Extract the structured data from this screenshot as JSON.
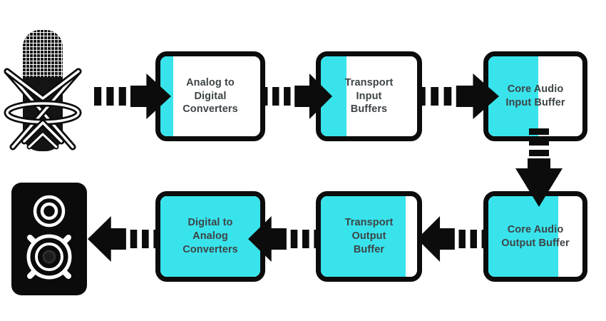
{
  "diagram": {
    "accent_color": "#39e3ec",
    "outline_color": "#0c0c0c",
    "devices": {
      "input": {
        "icon": "microphone-icon"
      },
      "output": {
        "icon": "speaker-icon"
      }
    },
    "boxes": [
      {
        "id": "adc",
        "label": "Analog to\nDigital\nConverters",
        "fill_percent": "13%"
      },
      {
        "id": "transport-in",
        "label": "Transport\nInput\nBuffers",
        "fill_percent": "27%"
      },
      {
        "id": "core-audio-in",
        "label": "Core Audio\nInput Buffer",
        "fill_percent": "53%"
      },
      {
        "id": "core-audio-out",
        "label": "Core Audio\nOutput Buffer",
        "fill_percent": "74%"
      },
      {
        "id": "transport-out",
        "label": "Transport\nOutput\nBuffer",
        "fill_percent": "88%"
      },
      {
        "id": "dac",
        "label": "Digital to\nAnalog\nConverters",
        "fill_percent": "100%"
      }
    ],
    "arrows": [
      {
        "from": "microphone",
        "to": "adc",
        "direction": "right"
      },
      {
        "from": "adc",
        "to": "transport-in",
        "direction": "right"
      },
      {
        "from": "transport-in",
        "to": "core-audio-in",
        "direction": "right"
      },
      {
        "from": "core-audio-in",
        "to": "core-audio-out",
        "direction": "down"
      },
      {
        "from": "core-audio-out",
        "to": "transport-out",
        "direction": "left"
      },
      {
        "from": "transport-out",
        "to": "dac",
        "direction": "left"
      },
      {
        "from": "dac",
        "to": "speaker",
        "direction": "left"
      }
    ]
  }
}
